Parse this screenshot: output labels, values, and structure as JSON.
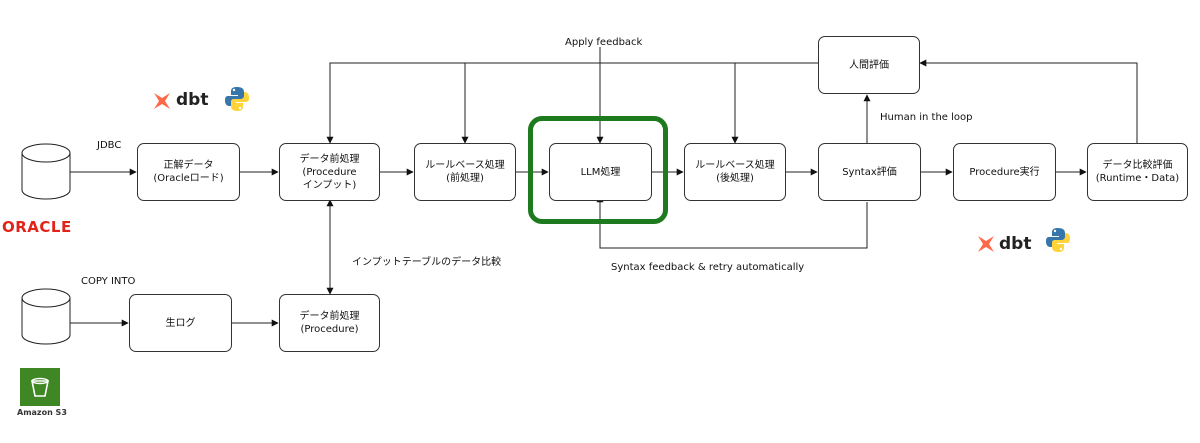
{
  "nodes": {
    "seikai": "正解データ\n(Oracleロード)",
    "pre_input": "データ前処理\n(Procedure\nインプット)",
    "rule_pre": "ルールベース処理\n(前処理)",
    "llm": "LLM処理",
    "rule_post": "ルールベース処理\n(後処理)",
    "syntax": "Syntax評価",
    "proc_exec": "Procedure実行",
    "compare": "データ比較評価\n(Runtime・Data)",
    "human": "人間評価",
    "raw_log": "生ログ",
    "pre_proc": "データ前処理\n(Procedure)"
  },
  "edge_labels": {
    "jdbc": "JDBC",
    "copy_into": "COPY INTO",
    "apply_feedback": "Apply feedback",
    "human_loop": "Human in the loop",
    "syntax_feedback": "Syntax feedback & retry automatically",
    "input_compare": "インプットテーブルのデータ比較"
  },
  "logos": {
    "oracle": "ORACLE",
    "dbt": "dbt",
    "amazon_s3": "Amazon S3"
  },
  "colors": {
    "highlight": "#1e7a1e",
    "oracle_red": "#e2231a",
    "dbt_orange": "#ff694a",
    "python_blue": "#3776ab",
    "python_yellow": "#ffd43b",
    "s3_green": "#3f8624"
  }
}
